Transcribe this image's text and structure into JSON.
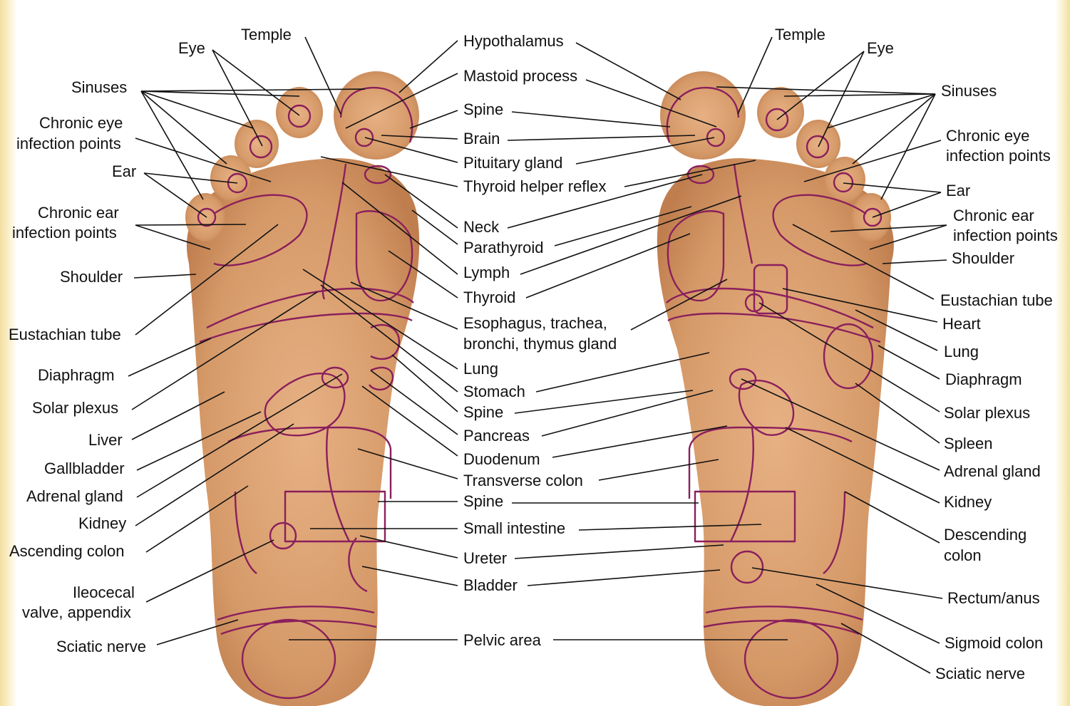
{
  "labels": {
    "left": [
      "Temple",
      "Eye",
      "Sinuses",
      "Chronic eye",
      "infection points",
      "Ear",
      "Chronic ear",
      "infection points",
      "Shoulder",
      "Eustachian tube",
      "Diaphragm",
      "Solar plexus",
      "Liver",
      "Gallbladder",
      "Adrenal gland",
      "Kidney",
      "Ascending colon",
      "Ileocecal",
      "valve, appendix",
      "Sciatic nerve"
    ],
    "center": [
      "Hypothalamus",
      "Mastoid process",
      "Spine",
      "Brain",
      "Pituitary gland",
      "Thyroid helper reflex",
      "Neck",
      "Parathyroid",
      "Lymph",
      "Thyroid",
      "Esophagus, trachea,",
      "bronchi, thymus gland",
      "Lung",
      "Stomach",
      "Spine",
      "Pancreas",
      "Duodenum",
      "Transverse colon",
      "Spine",
      "Small intestine",
      "Ureter",
      "Bladder",
      "Pelvic area"
    ],
    "right": [
      "Temple",
      "Eye",
      "Sinuses",
      "Chronic eye",
      "infection points",
      "Ear",
      "Chronic ear",
      "infection points",
      "Shoulder",
      "Eustachian tube",
      "Heart",
      "Lung",
      "Diaphragm",
      "Solar plexus",
      "Spleen",
      "Adrenal gland",
      "Kidney",
      "Descending",
      "colon",
      "Rectum/anus",
      "Sigmoid colon",
      "Sciatic nerve"
    ]
  },
  "colors": {
    "zone_lines": "#8a1f5c",
    "skin": "#d99c6a",
    "frame": "#f3dea0"
  }
}
